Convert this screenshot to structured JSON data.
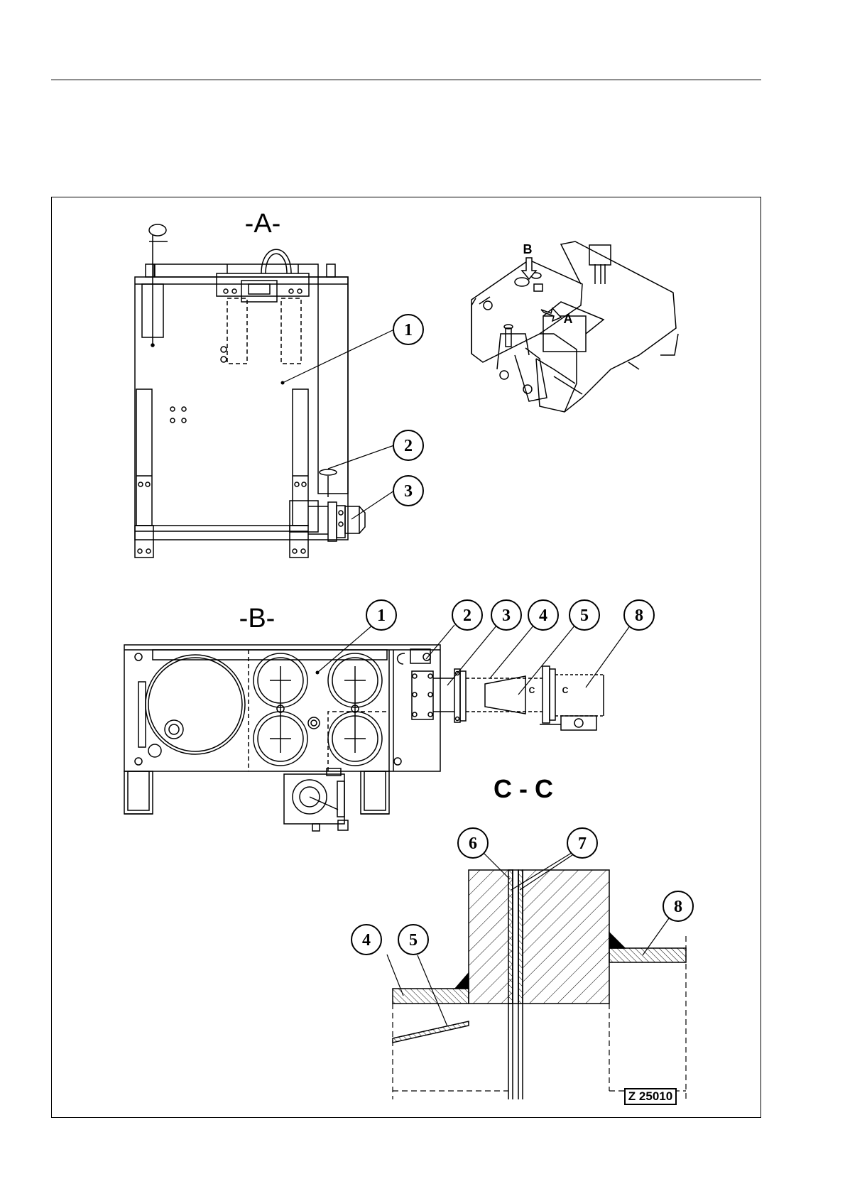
{
  "views": {
    "a_title": "-A-",
    "b_title": "-B-",
    "section_title": "C - C"
  },
  "callouts": {
    "a": [
      "1",
      "2",
      "3"
    ],
    "b": [
      "1",
      "2",
      "3",
      "4",
      "5",
      "8"
    ],
    "section": [
      "6",
      "7",
      "4",
      "5",
      "8"
    ]
  },
  "overview_labels": {
    "arrow_a": "A",
    "arrow_b": "B"
  },
  "section_marks": {
    "left": "C",
    "right": "C"
  },
  "reference": "Z 25010"
}
